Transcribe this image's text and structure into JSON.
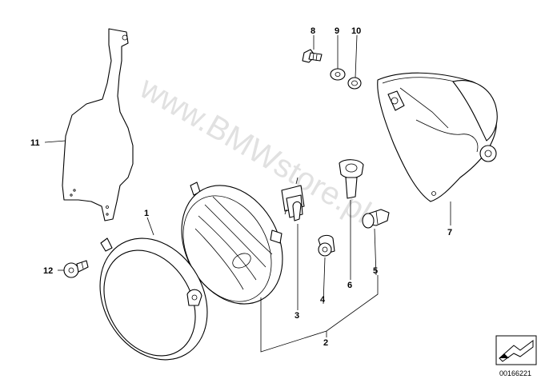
{
  "labels": {
    "l1": "1",
    "l2": "2",
    "l3": "3",
    "l4": "4",
    "l5": "5",
    "l6": "6",
    "l7": "7",
    "l8": "8",
    "l9": "9",
    "l10": "10",
    "l11": "11",
    "l12": "12"
  },
  "watermark": "www.BMWstore.pl",
  "image_code": "00166221",
  "icons": {
    "corner_badge": "arrow-badge-icon"
  },
  "colors": {
    "line": "#000000",
    "watermark": "#c8c8c8",
    "background": "#ffffff"
  }
}
